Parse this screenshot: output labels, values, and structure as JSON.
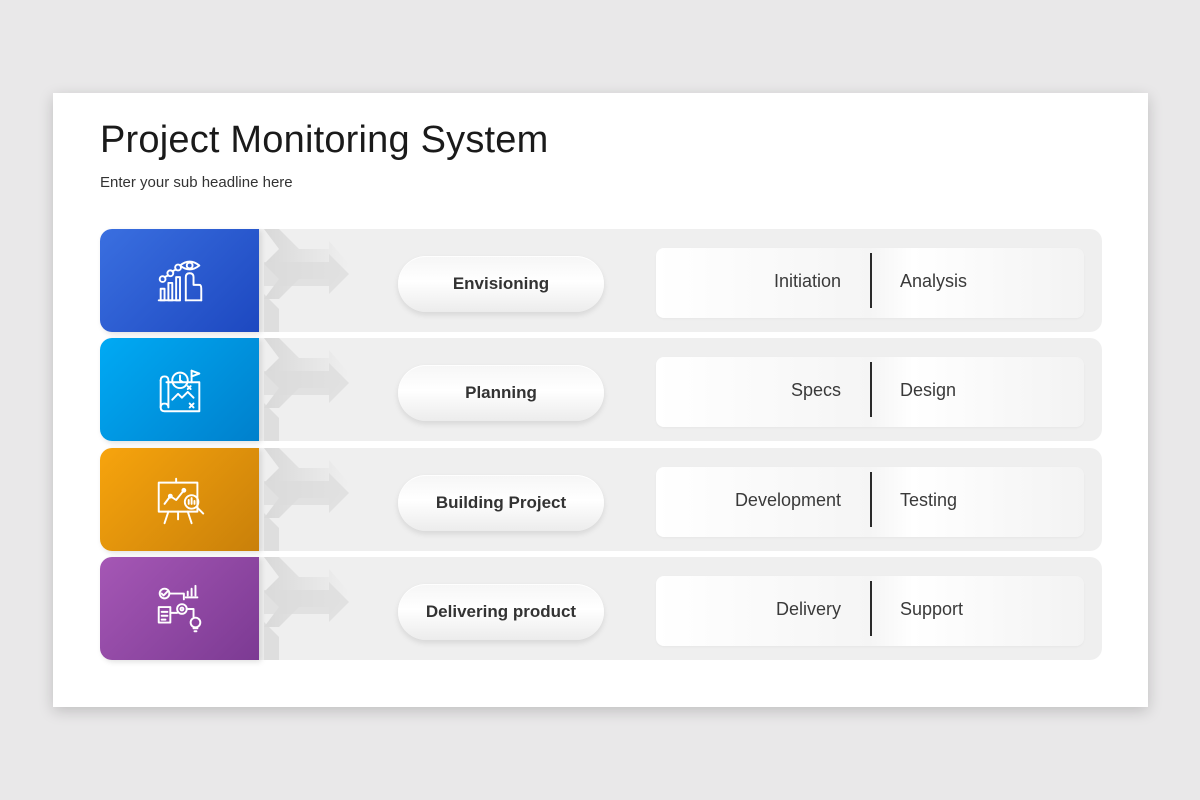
{
  "title": "Project Monitoring System",
  "subtitle": "Enter your sub headline here",
  "rows": [
    {
      "stage": "Envisioning",
      "step_left": "Initiation",
      "step_right": "Analysis",
      "icon": "vision-growth-icon",
      "color_start": "#3a6fe0",
      "color_end": "#1d48c0"
    },
    {
      "stage": "Planning",
      "step_left": "Specs",
      "step_right": "Design",
      "icon": "planning-map-icon",
      "color_start": "#00aaf4",
      "color_end": "#0080cc"
    },
    {
      "stage": "Building Project",
      "step_left": "Development",
      "step_right": "Testing",
      "icon": "presentation-analysis-icon",
      "color_start": "#f7a40d",
      "color_end": "#c9800a"
    },
    {
      "stage": "Delivering product",
      "step_left": "Delivery",
      "step_right": "Support",
      "icon": "process-workflow-icon",
      "color_start": "#a557b5",
      "color_end": "#7c3a93"
    }
  ]
}
